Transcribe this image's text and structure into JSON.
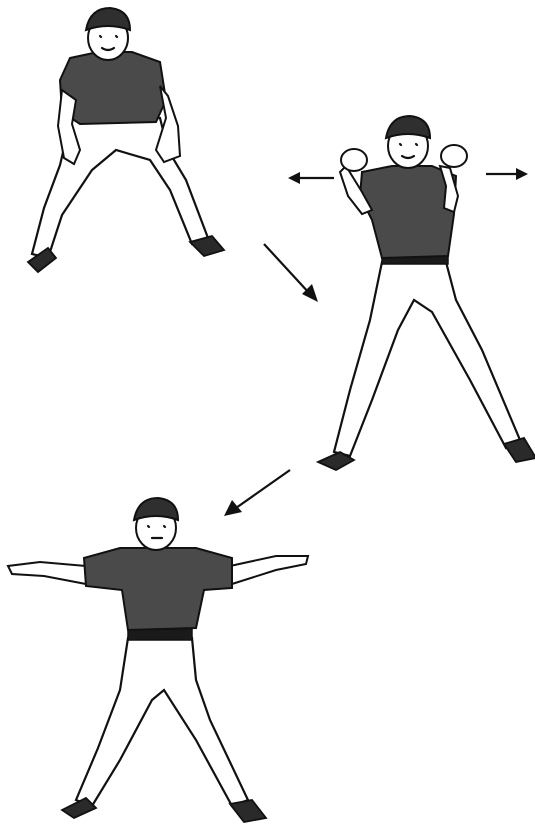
{
  "colors": {
    "ink": "#111111",
    "shirt": "#4a4a4a",
    "cap": "#2f2f2f",
    "background": "#ffffff"
  },
  "figures": [
    {
      "pose": "crouched-ready-hands-on-knees"
    },
    {
      "pose": "standing-fists-raised-to-shoulders"
    },
    {
      "pose": "standing-arms-extended-sideways"
    }
  ],
  "arrows": [
    {
      "direction": "left"
    },
    {
      "direction": "right"
    },
    {
      "direction": "down-right"
    },
    {
      "direction": "down-left"
    }
  ]
}
